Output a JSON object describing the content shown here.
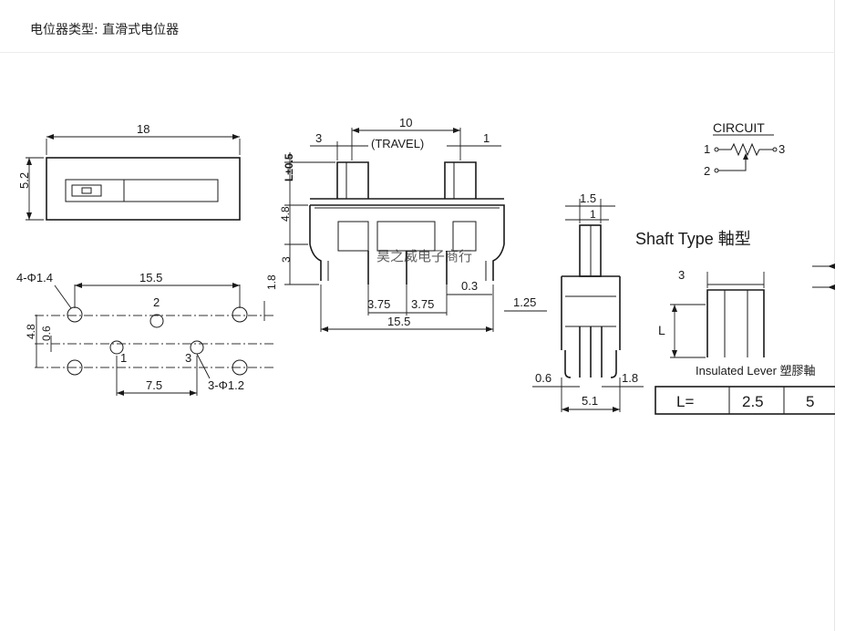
{
  "header": {
    "title": "电位器类型: 直滑式电位器"
  },
  "drawing": {
    "top_view": {
      "width": "18",
      "height": "5.2"
    },
    "front_view": {
      "travel": "10",
      "travel_label": "(TRAVEL)",
      "left_gap": "3",
      "right_gap": "1",
      "shaft_height": "L±0.5",
      "body_height": "4.8",
      "pin_height": "3",
      "pin_pitch_left": "3.75",
      "pin_pitch_right": "3.75",
      "pin_width": "0.3",
      "total_pins": "15.5"
    },
    "pcb_layout": {
      "mount_holes": "4-Φ1.4",
      "mount_span": "15.5",
      "top_offset": "1.8",
      "row_gap": "4.8",
      "pin_offset": "0.6",
      "pin_pitch": "7.5",
      "pin_holes": "3-Φ1.2",
      "pin_1": "1",
      "pin_2": "2",
      "pin_3": "3"
    },
    "side_view": {
      "top_width": "1.5",
      "inner_width": "1",
      "right_dim": "1.25",
      "left_pin": "0.6",
      "right_pin": "1.8",
      "base_width": "5.1"
    },
    "circuit": {
      "title": "CIRCUIT",
      "t1": "1",
      "t2": "2",
      "t3": "3"
    },
    "shaft_type": {
      "title": "Shaft Type 軸型",
      "width": "3",
      "height_label": "L",
      "lever_caption": "Insulated Lever 塑膠軸",
      "table": [
        "L=",
        "2.5",
        "5"
      ]
    },
    "watermark": "昊之威电子商行"
  }
}
